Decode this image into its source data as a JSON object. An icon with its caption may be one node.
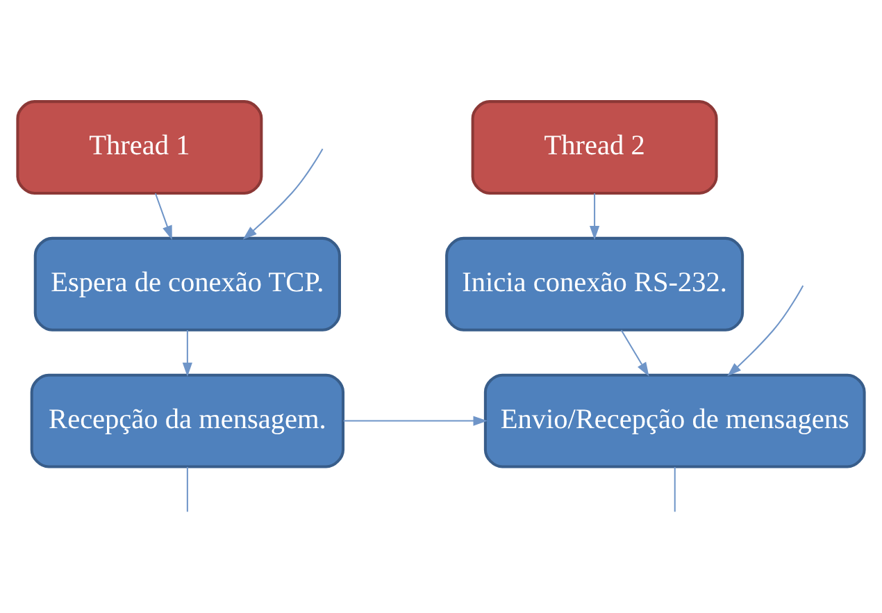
{
  "diagram": {
    "nodes": [
      {
        "text": [
          "Thread 1"
        ]
      },
      {
        "text": [
          "Thread 2"
        ]
      },
      {
        "text": [
          "Espera de conexão TCP."
        ]
      },
      {
        "text": [
          "Inicia conexão RS-232."
        ]
      },
      {
        "text": [
          "Recepção da mensagem."
        ]
      },
      {
        "text": [
          "Envio/Recepção de mensagens"
        ]
      }
    ],
    "edges": [
      {
        "from": 0,
        "to": 2,
        "arrow": "to"
      },
      {
        "from": null,
        "to": 2,
        "arrow": "to"
      },
      {
        "from": 1,
        "to": 3,
        "arrow": "to"
      },
      {
        "from": 2,
        "to": 4,
        "arrow": "to"
      },
      {
        "from": null,
        "to": 5,
        "arrow": "to"
      },
      {
        "from": 3,
        "to": 5,
        "arrow": "to"
      },
      {
        "from": 4,
        "to": 5,
        "arrow": "to"
      },
      {
        "from": 4,
        "to": null,
        "arrow": "none"
      },
      {
        "from": 5,
        "to": null,
        "arrow": "none"
      }
    ]
  }
}
